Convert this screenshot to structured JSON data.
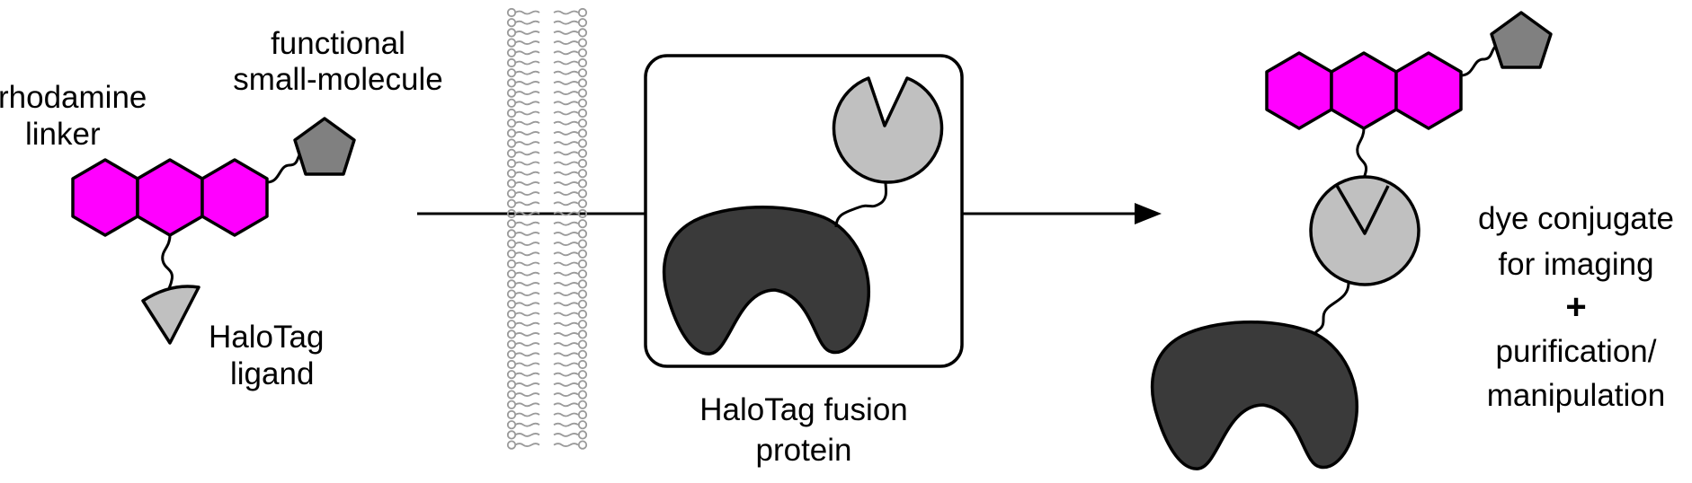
{
  "labels": {
    "functional_line1": "functional",
    "functional_line2": "small-molecule",
    "rhodamine_line1": "rhodamine",
    "rhodamine_line2": "linker",
    "halotag_ligand_line1": "HaloTag",
    "halotag_ligand_line2": "ligand",
    "fusion_line1": "HaloTag fusion",
    "fusion_line2": "protein",
    "result_line1": "dye conjugate",
    "result_line2": "for imaging",
    "result_plus": "+",
    "result_line3": "purification/",
    "result_line4": "manipulation"
  },
  "colors": {
    "rhodamine": "#ff00ff",
    "small_molecule": "#808080",
    "halotag_ligand": "#c0c0c0",
    "halotag_enzyme": "#3a3a3a",
    "membrane": "#9a9a9a",
    "stroke": "#000000"
  }
}
